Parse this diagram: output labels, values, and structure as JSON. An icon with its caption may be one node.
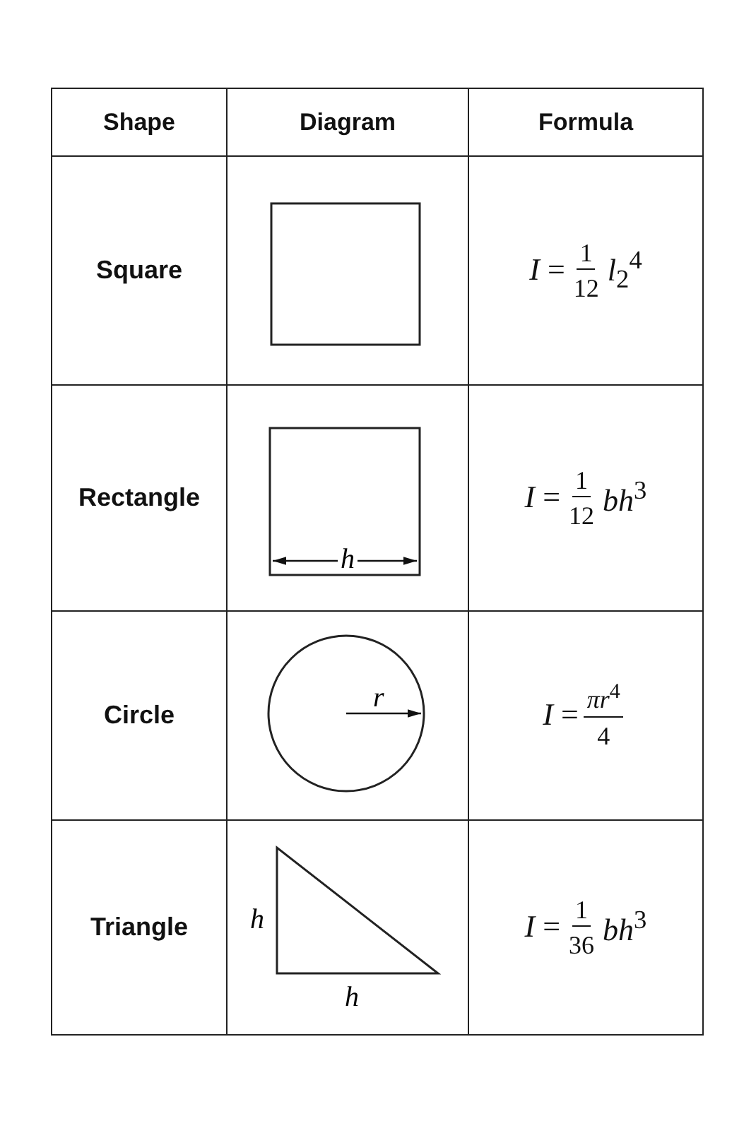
{
  "diagram": {
    "labels": [
      "Shape",
      "Diagram",
      "Formula",
      "Square",
      "*I* =",
      "1",
      "12",
      "*l*$_{2}$$^{4}$",
      "Rectangle",
      "h",
      "*I* =",
      "1",
      "12",
      "*bh*$^{3}$",
      "Circle",
      "r",
      "*I* =",
      "*πr*$^{4}$",
      "4",
      "Triangle",
      "h",
      "h",
      "*I* =",
      "1",
      "36",
      "*bh*$^{3}$"
    ]
  }
}
